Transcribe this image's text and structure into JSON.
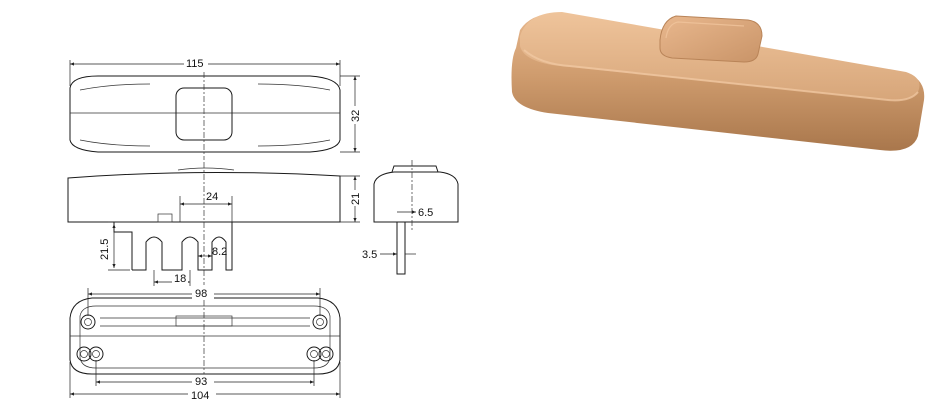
{
  "drawing": {
    "dimensions": {
      "overall_length": "115",
      "height_top_view": "32",
      "button_width": "24",
      "side_height": "21",
      "terminal_length": "21.5",
      "slot_pitch": "18",
      "slot_width": "8.2",
      "thickness_detail": "6.5",
      "pin_thickness": "3.5",
      "inner_length": "98",
      "hole_spacing": "93",
      "base_length": "104"
    }
  },
  "photo": {
    "body_color": "#cc9a6c",
    "button_color": "#d9a57a",
    "shadow_color": "#a87850"
  }
}
